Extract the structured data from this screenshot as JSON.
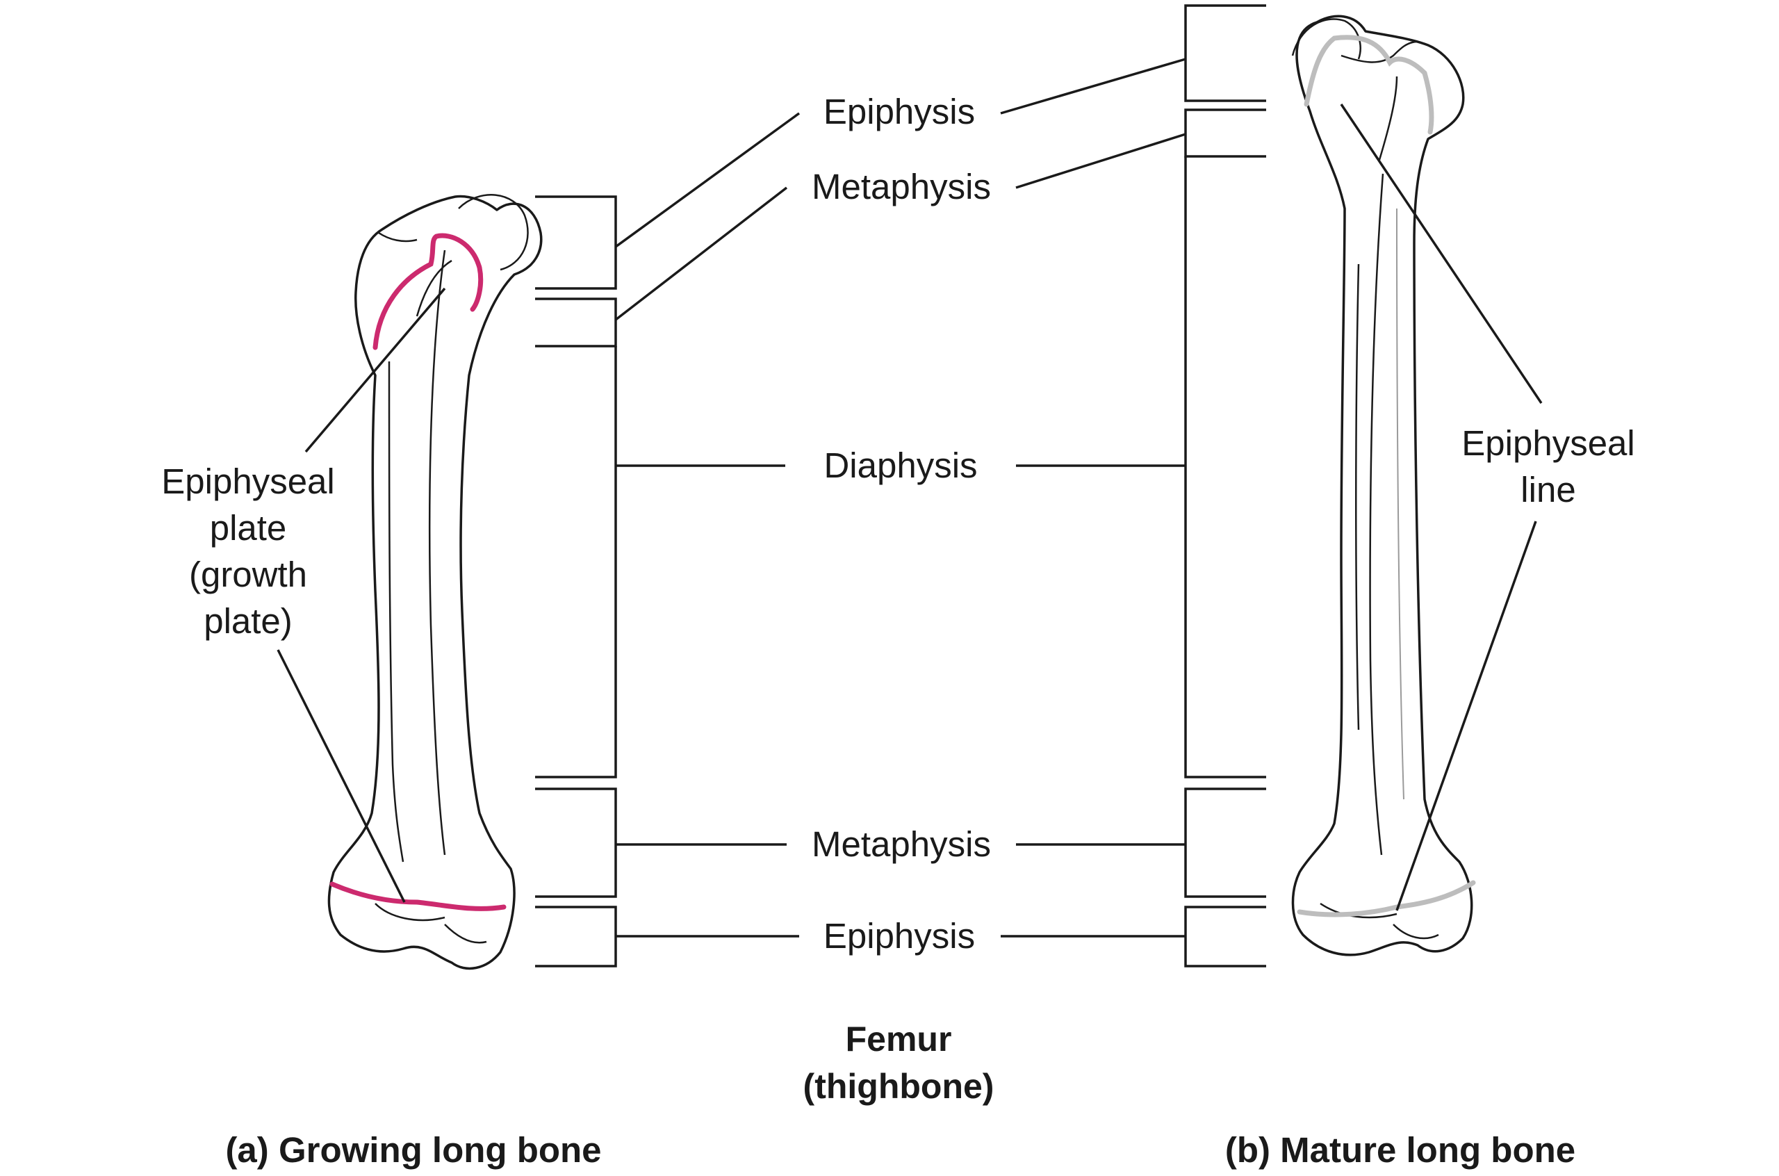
{
  "labels": {
    "epiphysis_top": "Epiphysis",
    "metaphysis_top": "Metaphysis",
    "diaphysis": "Diaphysis",
    "metaphysis_bottom": "Metaphysis",
    "epiphysis_bottom": "Epiphysis",
    "epiphyseal_plate": [
      "Epiphyseal",
      "plate",
      "(growth",
      "plate)"
    ],
    "epiphyseal_line": [
      "Epiphyseal",
      "line"
    ]
  },
  "title": [
    "Femur",
    "(thighbone)"
  ],
  "captions": {
    "growing": "(a) Growing long bone",
    "mature": "(b) Mature long bone"
  },
  "colors": {
    "growth_plate": "#cc2a6e",
    "epiphyseal_line": "#bdbdbd",
    "line": "#1a1a1a"
  }
}
